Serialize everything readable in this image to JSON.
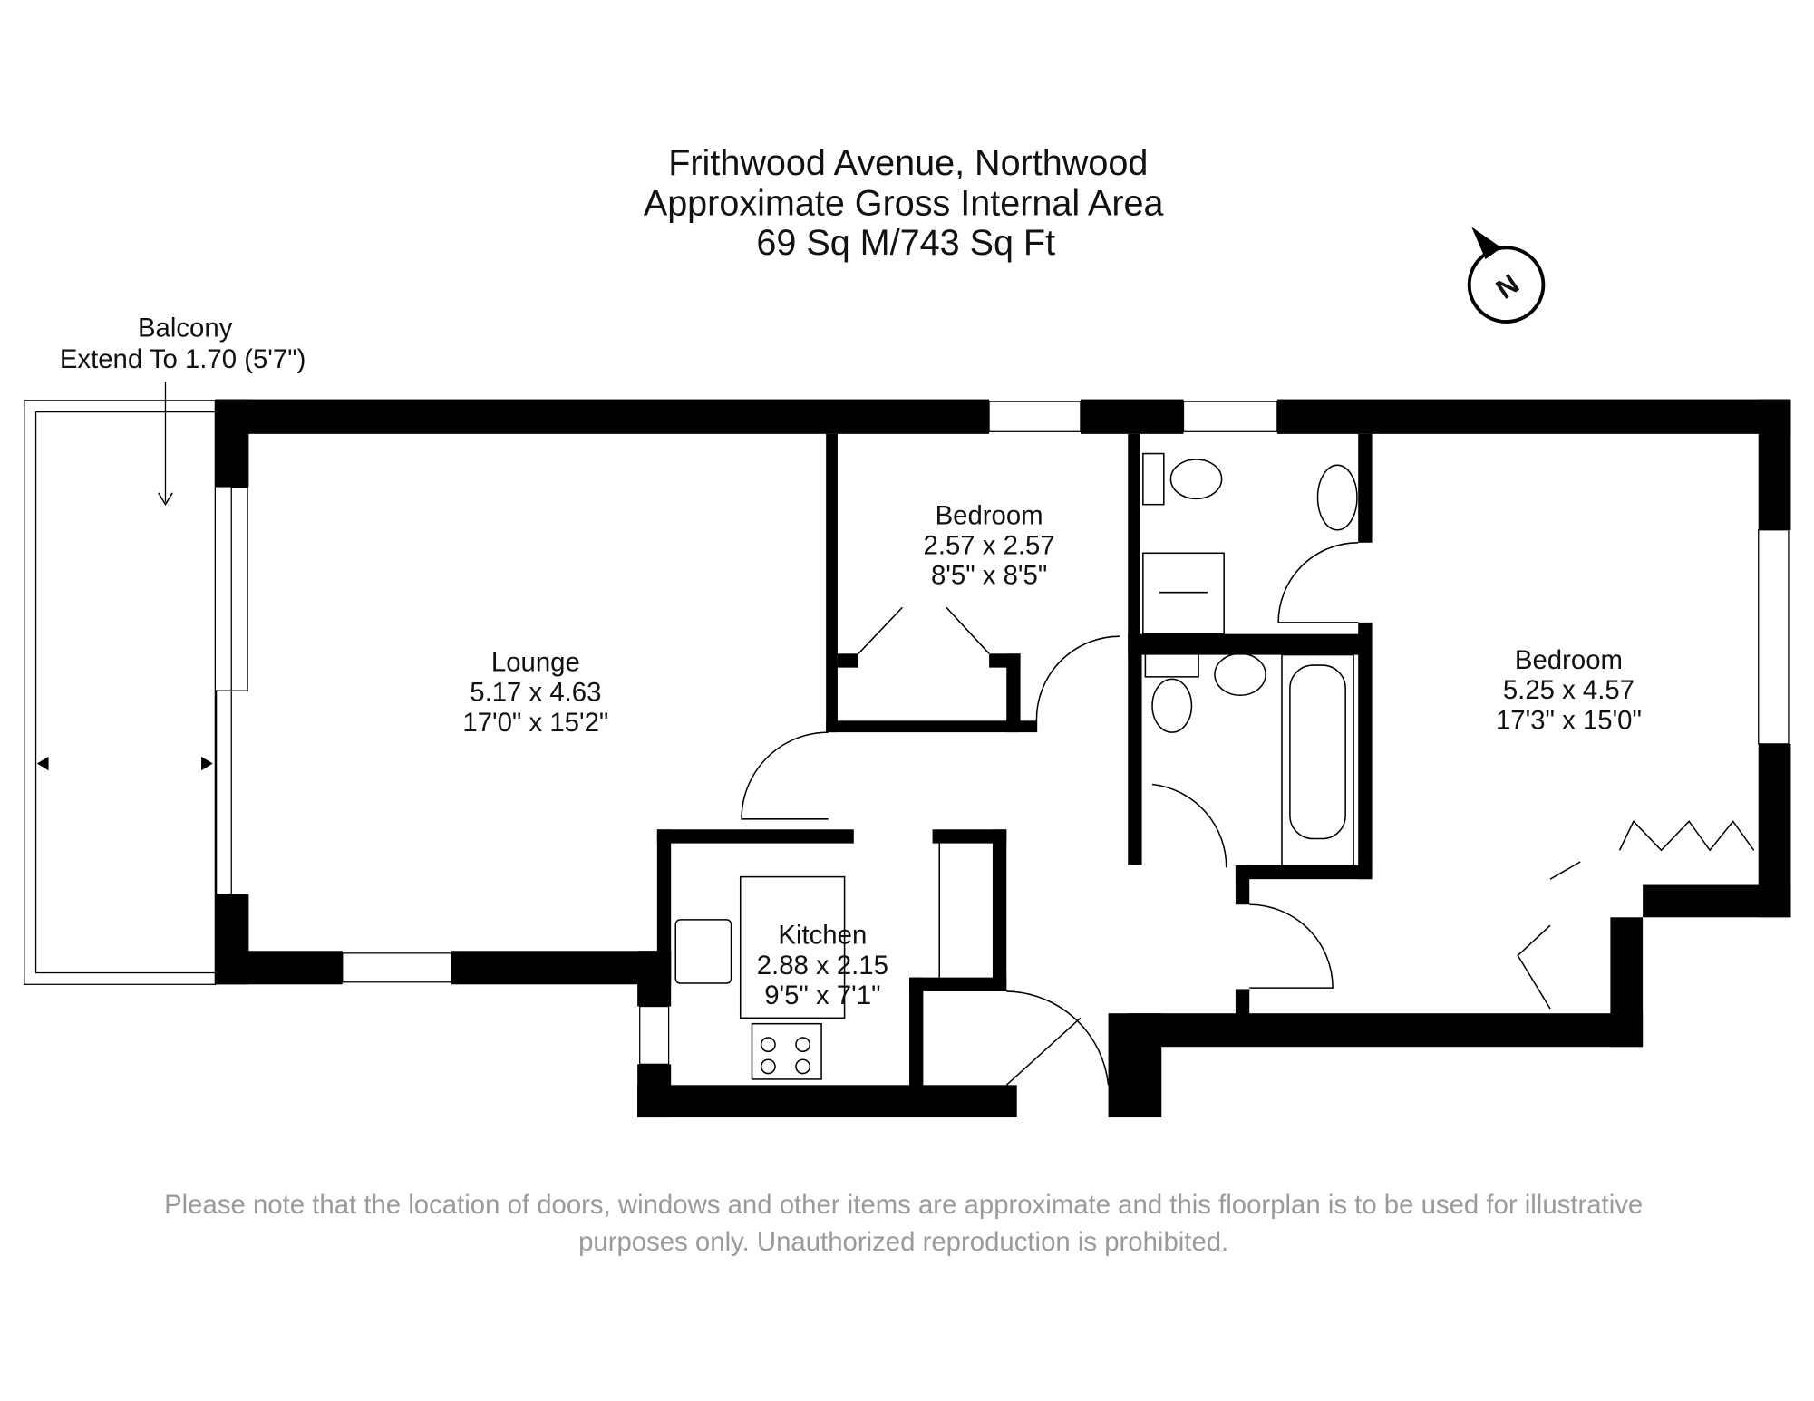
{
  "header": {
    "line1": "Frithwood Avenue, Northwood",
    "line2": "Approximate Gross Internal Area",
    "line3": "69 Sq M/743 Sq Ft"
  },
  "compass": {
    "label": "N"
  },
  "balcony": {
    "name": "Balcony",
    "extent": "Extend To 1.70 (5'7\")"
  },
  "rooms": [
    {
      "name": "Lounge",
      "metric": "5.17 x 4.63",
      "imperial": "17'0\" x 15'2\""
    },
    {
      "name": "Bedroom",
      "metric": "2.57 x 2.57",
      "imperial": "8'5\" x 8'5\""
    },
    {
      "name": "Bedroom",
      "metric": "5.25 x 4.57",
      "imperial": "17'3\" x 15'0\""
    },
    {
      "name": "Kitchen",
      "metric": "2.88 x 2.15",
      "imperial": "9'5\" x 7'1\""
    }
  ],
  "footer": {
    "line1": "Please note that the location of doors, windows and other items are approximate and this floorplan is to be used for illustrative",
    "line2": "purposes only. Unauthorized reproduction is prohibited."
  }
}
